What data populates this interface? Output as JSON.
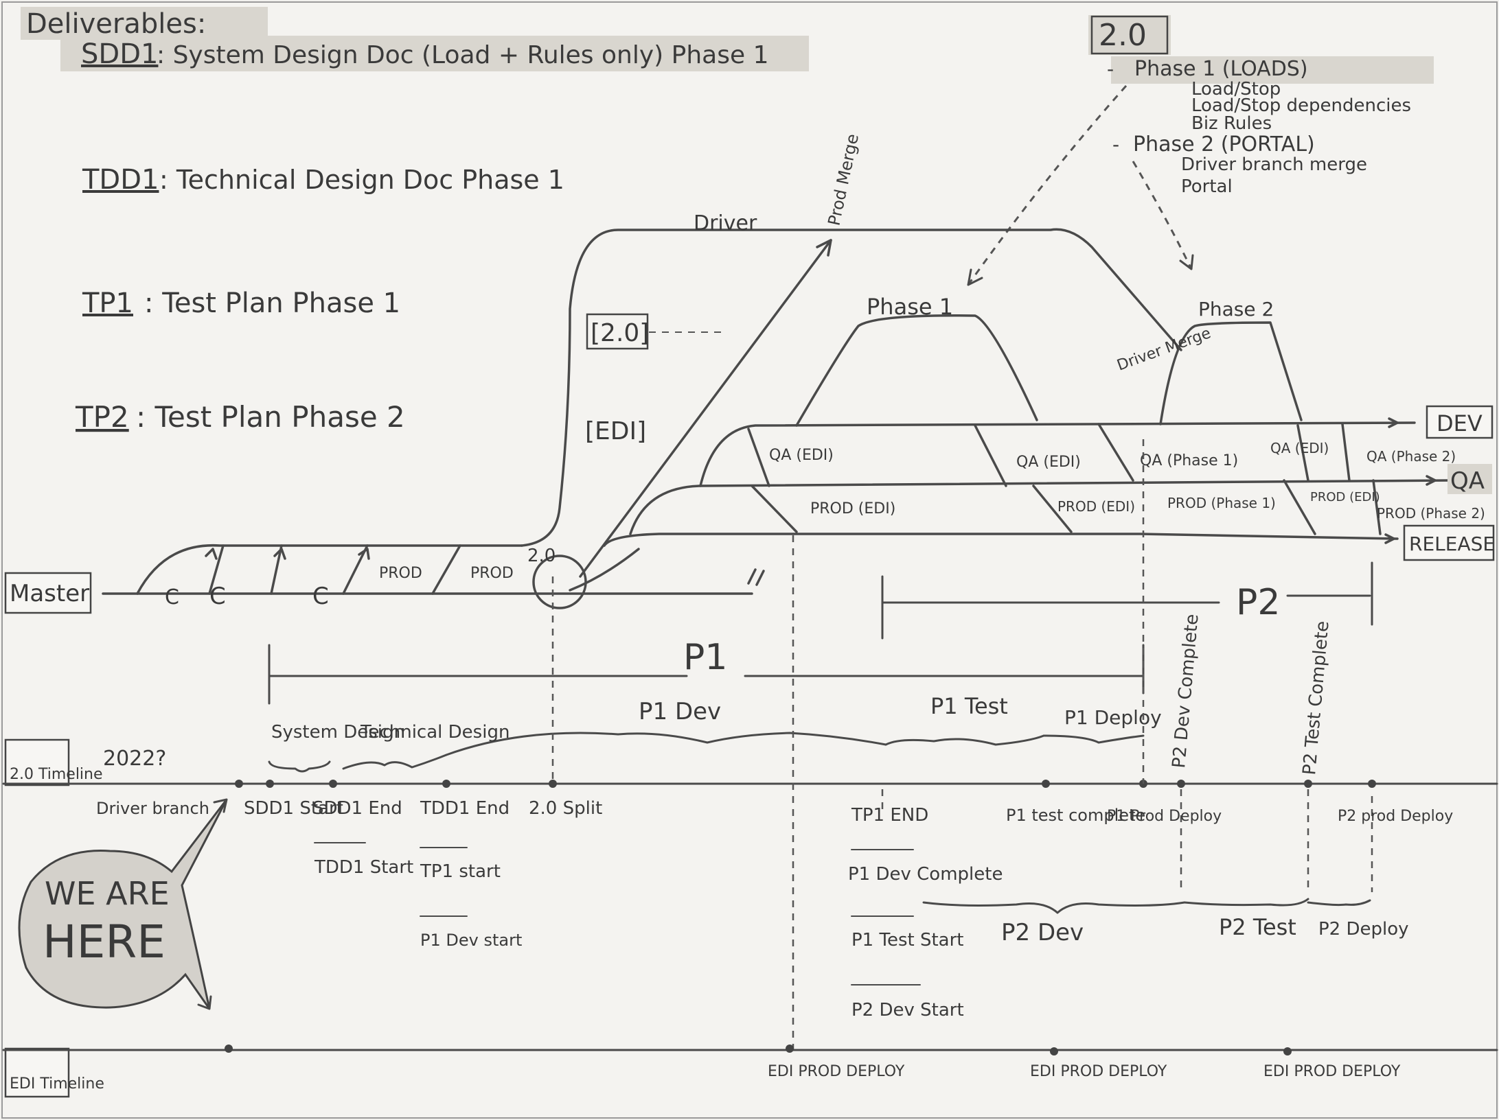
{
  "deliverables": {
    "title": "Deliverables:",
    "items": [
      {
        "code": "SDD1",
        "text": ": System Design Doc (Load + Rules only) Phase 1"
      },
      {
        "code": "TDD1",
        "text": ": Technical Design Doc Phase 1"
      },
      {
        "code": "TP1",
        "text": ": Test Plan Phase 1"
      },
      {
        "code": "TP2",
        "text": ": Test Plan Phase 2"
      }
    ]
  },
  "version_box": {
    "title": "2.0",
    "phase1_title": "Phase 1 (LOADS)",
    "phase1_items": [
      "Load/Stop",
      "Load/Stop dependencies",
      "Biz Rules"
    ],
    "phase2_title": "Phase 2 (PORTAL)",
    "phase2_items": [
      "Driver branch merge",
      "Portal"
    ]
  },
  "branches": {
    "master": "Master",
    "dev": "DEV",
    "qa": "QA",
    "release": "RELEASE",
    "driver": "Driver",
    "prod_merge": "Prod Merge",
    "phase1": "Phase 1",
    "phase2": "Phase 2",
    "driver_merge": "Driver Merge",
    "tag_2_0": "[2.0]",
    "tag_edi": "[EDI]",
    "split_2_0": "2.0",
    "commit": "C",
    "prod": "PROD",
    "merges": [
      "QA (EDI)",
      "PROD (EDI)",
      "QA (EDI)",
      "QA (Phase 1)",
      "PROD (EDI)",
      "PROD (Phase 1)",
      "QA (EDI)",
      "QA (Phase 2)",
      "PROD (EDI)",
      "PROD (Phase 2)"
    ]
  },
  "spans": {
    "p1": "P1",
    "p2": "P2",
    "system_design": "System Design",
    "technical_design": "Technical Design",
    "p1_dev": "P1 Dev",
    "p1_test": "P1 Test",
    "p1_deploy": "P1 Deploy",
    "p2_dev": "P2 Dev",
    "p2_test": "P2 Test",
    "p2_deploy": "P2 Deploy",
    "p2_dev_complete": "P2 Dev Complete",
    "p2_test_complete": "P2 Test Complete"
  },
  "timeline_2_0": {
    "label": "2.0 Timeline",
    "year": "2022?",
    "milestones": [
      [
        "Driver branch"
      ],
      [
        "SDD1 Start"
      ],
      [
        "SDD1 End",
        "TDD1 Start"
      ],
      [
        "TDD1 End",
        "TP1 start",
        "P1 Dev start"
      ],
      [
        "2.0 Split"
      ],
      [
        "TP1 END",
        "P1 Dev Complete",
        "P1 Test Start",
        "P2 Dev Start"
      ],
      [
        "P1 test complete"
      ],
      [
        "P1 Prod Deploy"
      ],
      [
        "P2 prod Deploy"
      ]
    ]
  },
  "callout": {
    "line1": "WE ARE",
    "line2": "HERE"
  },
  "edi_timeline": {
    "label": "EDI Timeline",
    "milestones": [
      "EDI PROD DEPLOY",
      "EDI PROD DEPLOY",
      "EDI PROD DEPLOY"
    ]
  }
}
